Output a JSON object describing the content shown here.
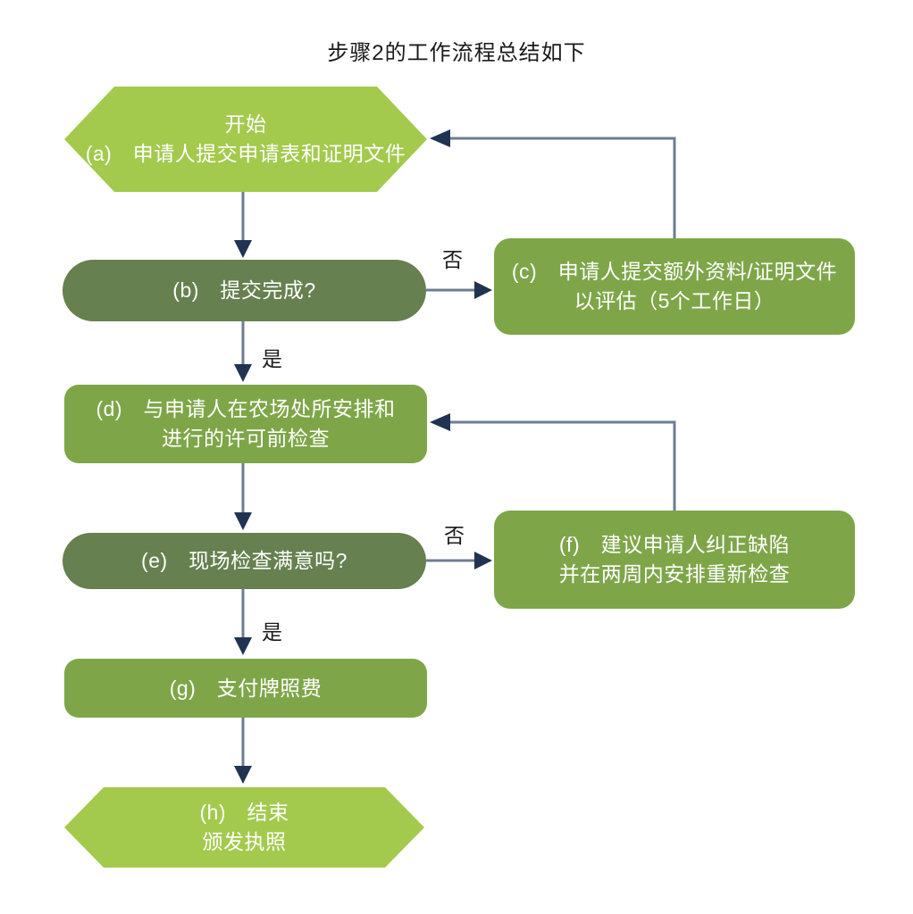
{
  "title": "步骤2的工作流程总结如下",
  "nodes": {
    "a": {
      "type": "start",
      "lines": [
        "开始",
        "(a)　申请人提交申请表和证明文件"
      ]
    },
    "b": {
      "type": "decision",
      "lines": [
        "(b)　提交完成?"
      ]
    },
    "c": {
      "type": "process",
      "lines": [
        "(c)　申请人提交额外资料/证明文件",
        "以评估（5个工作日）"
      ]
    },
    "d": {
      "type": "process",
      "lines": [
        "(d)　与申请人在农场处所安排和",
        "进行的许可前检查"
      ]
    },
    "e": {
      "type": "decision",
      "lines": [
        "(e)　现场检查满意吗?"
      ]
    },
    "f": {
      "type": "process",
      "lines": [
        "(f)　建议申请人纠正缺陷",
        "并在两周内安排重新检查"
      ]
    },
    "g": {
      "type": "process",
      "lines": [
        "(g)　支付牌照费"
      ]
    },
    "h": {
      "type": "end",
      "lines": [
        "(h)　结束",
        "颁发执照"
      ]
    }
  },
  "edges": {
    "b_no": "否",
    "b_yes": "是",
    "e_no": "否",
    "e_yes": "是"
  },
  "colors": {
    "start_end_fill": "#a3ca4c",
    "process_fill": "#7ea648",
    "decision_fill": "#66804f",
    "arrow_line": "#6e7c92",
    "arrow_head": "#203352",
    "node_text": "#ffffff",
    "label_text": "#1a1a1a",
    "background": "#ffffff"
  }
}
